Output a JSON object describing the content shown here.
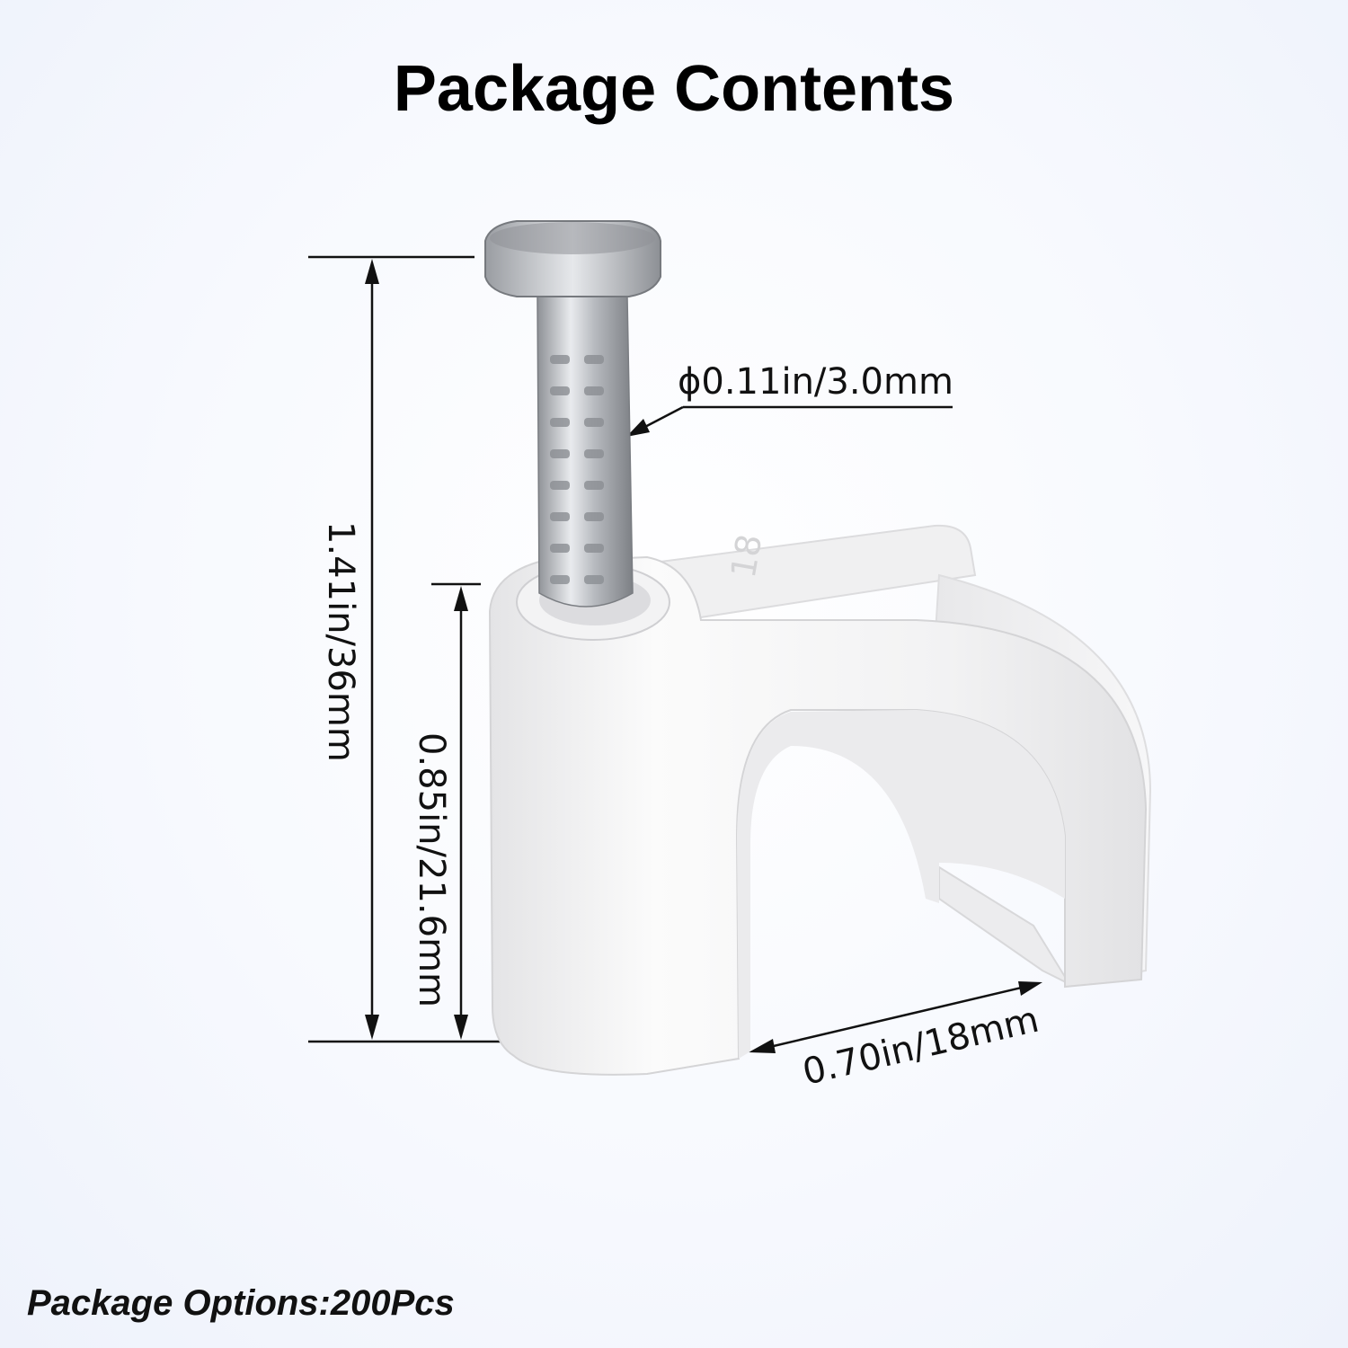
{
  "title": "Package Contents",
  "dimensions": {
    "total_height": "1.41in/36mm",
    "clip_height": "0.85in/21.6mm",
    "nail_diameter": "ϕ0.11in/3.0mm",
    "clip_width": "0.70in/18mm"
  },
  "footer": "Package Options:200Pcs",
  "colors": {
    "background": "#f4f7fd",
    "clip": "#f5f5f5",
    "nail": "#c9cbcf",
    "lines": "#111111"
  }
}
